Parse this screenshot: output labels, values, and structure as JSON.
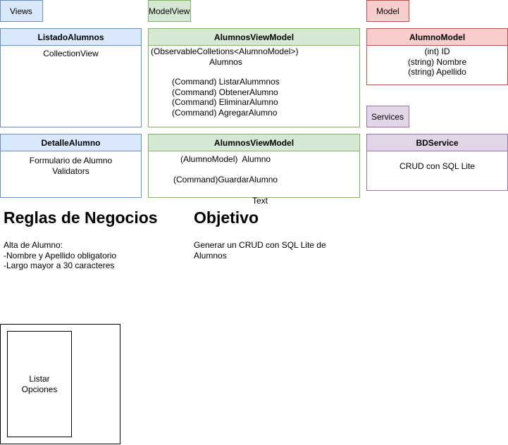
{
  "labels": {
    "views": "Views",
    "modelview": "ModelView",
    "model": "Model",
    "services": "Services"
  },
  "listado": {
    "title": "ListadoAlumnos",
    "body": "CollectionView"
  },
  "vm1": {
    "title": "AlumnosViewModel",
    "observable": "(ObservableColletions<AlumnoModel>)",
    "alumnos": "Alumnos",
    "commands": [
      "(Command) ListarAlummnos",
      "(Command) ObtenerAlumno",
      "(Command) EliminarAlumno",
      "(Command) AgregarAlumno"
    ]
  },
  "alumno_model": {
    "title": "AlumnoModel",
    "fields": [
      "(int) ID",
      "(string) Nombre",
      "(string) Apellido"
    ]
  },
  "detalle": {
    "title": "DetalleAlumno",
    "lines": [
      "Formulario de Alumno",
      "Validators"
    ]
  },
  "vm2": {
    "title": "AlumnosViewModel",
    "model": "(AlumnoModel)  Alumno",
    "command": "(Command)GuardarAlumno"
  },
  "bdservice": {
    "title": "BDService",
    "body": "CRUD con SQL Lite"
  },
  "text_label": "Text",
  "reglas": {
    "heading": "Reglas de Negocios",
    "lines": [
      "Alta de Alumno:",
      "-Nombre y Apellido obligatorio",
      "-Largo mayor a 30 caracteres"
    ]
  },
  "objetivo": {
    "heading": "Objetivo",
    "lines": [
      "Generar un CRUD con SQL Lite de",
      "Alumnos"
    ]
  },
  "listar_opciones": [
    "Listar",
    "Opciones"
  ],
  "colors": {
    "blue_fill": "#dae8fc",
    "blue_stroke": "#6c8ebf",
    "green_fill": "#d5e8d4",
    "green_stroke": "#82b366",
    "red_fill": "#f8cecc",
    "red_stroke": "#b85450",
    "purple_fill": "#e1d5e7",
    "purple_stroke": "#9673a6"
  }
}
